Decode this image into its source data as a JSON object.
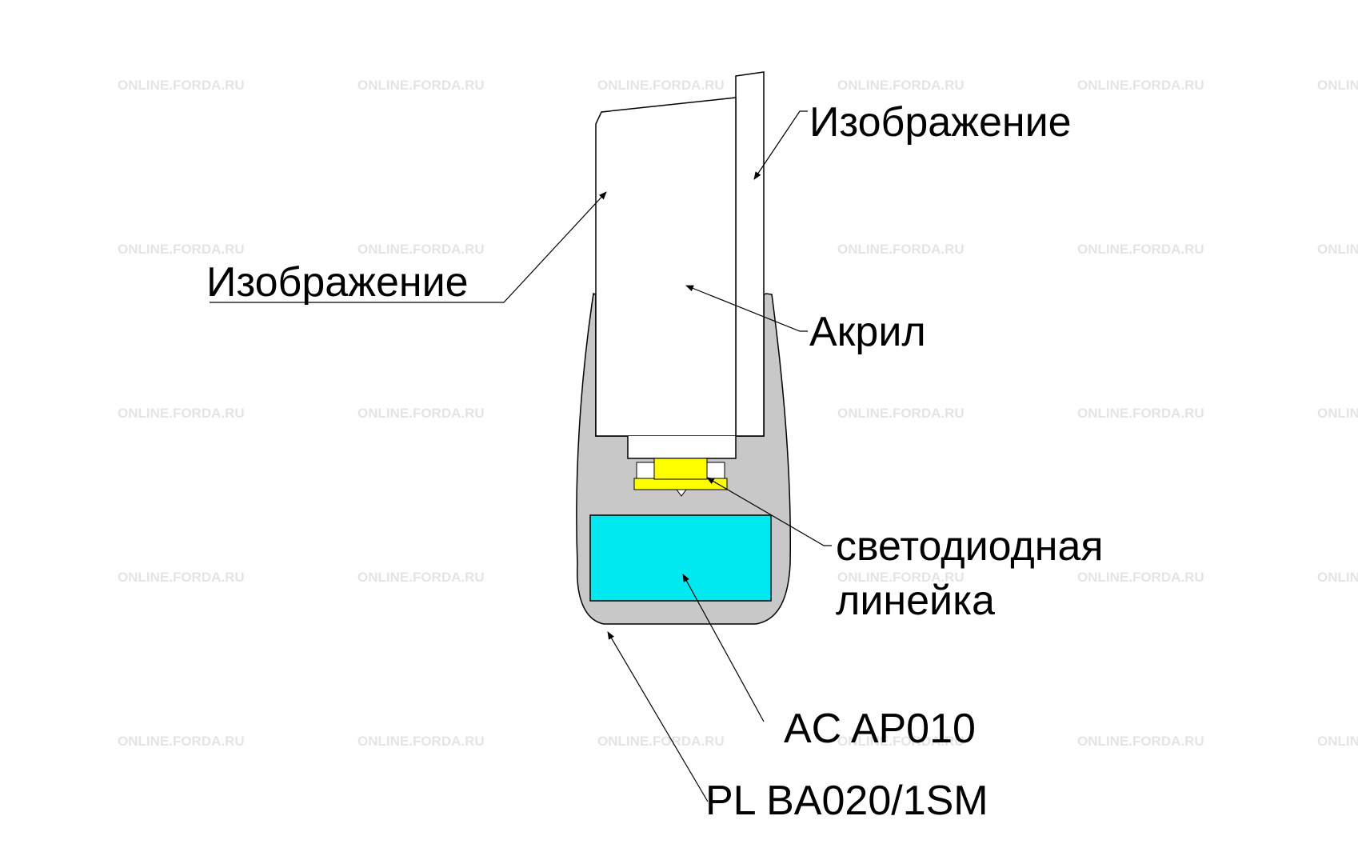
{
  "watermark": "ONLINE.FORDA.RU",
  "labels": {
    "image_top_right": "Изображение",
    "image_left": "Изображение",
    "acrylic": "Акрил",
    "led_line1": "светодиодная",
    "led_line2": "линейка",
    "ac_part": "AC AP010",
    "pl_part": "PL BA020/1SM"
  },
  "colors": {
    "background": "#ffffff",
    "profile": "#c8c8c8",
    "acrylic": "#ffffff",
    "led": "#ffff00",
    "ac_block": "#00e8f0",
    "line": "#000000",
    "watermark": "#e4e4e4"
  }
}
